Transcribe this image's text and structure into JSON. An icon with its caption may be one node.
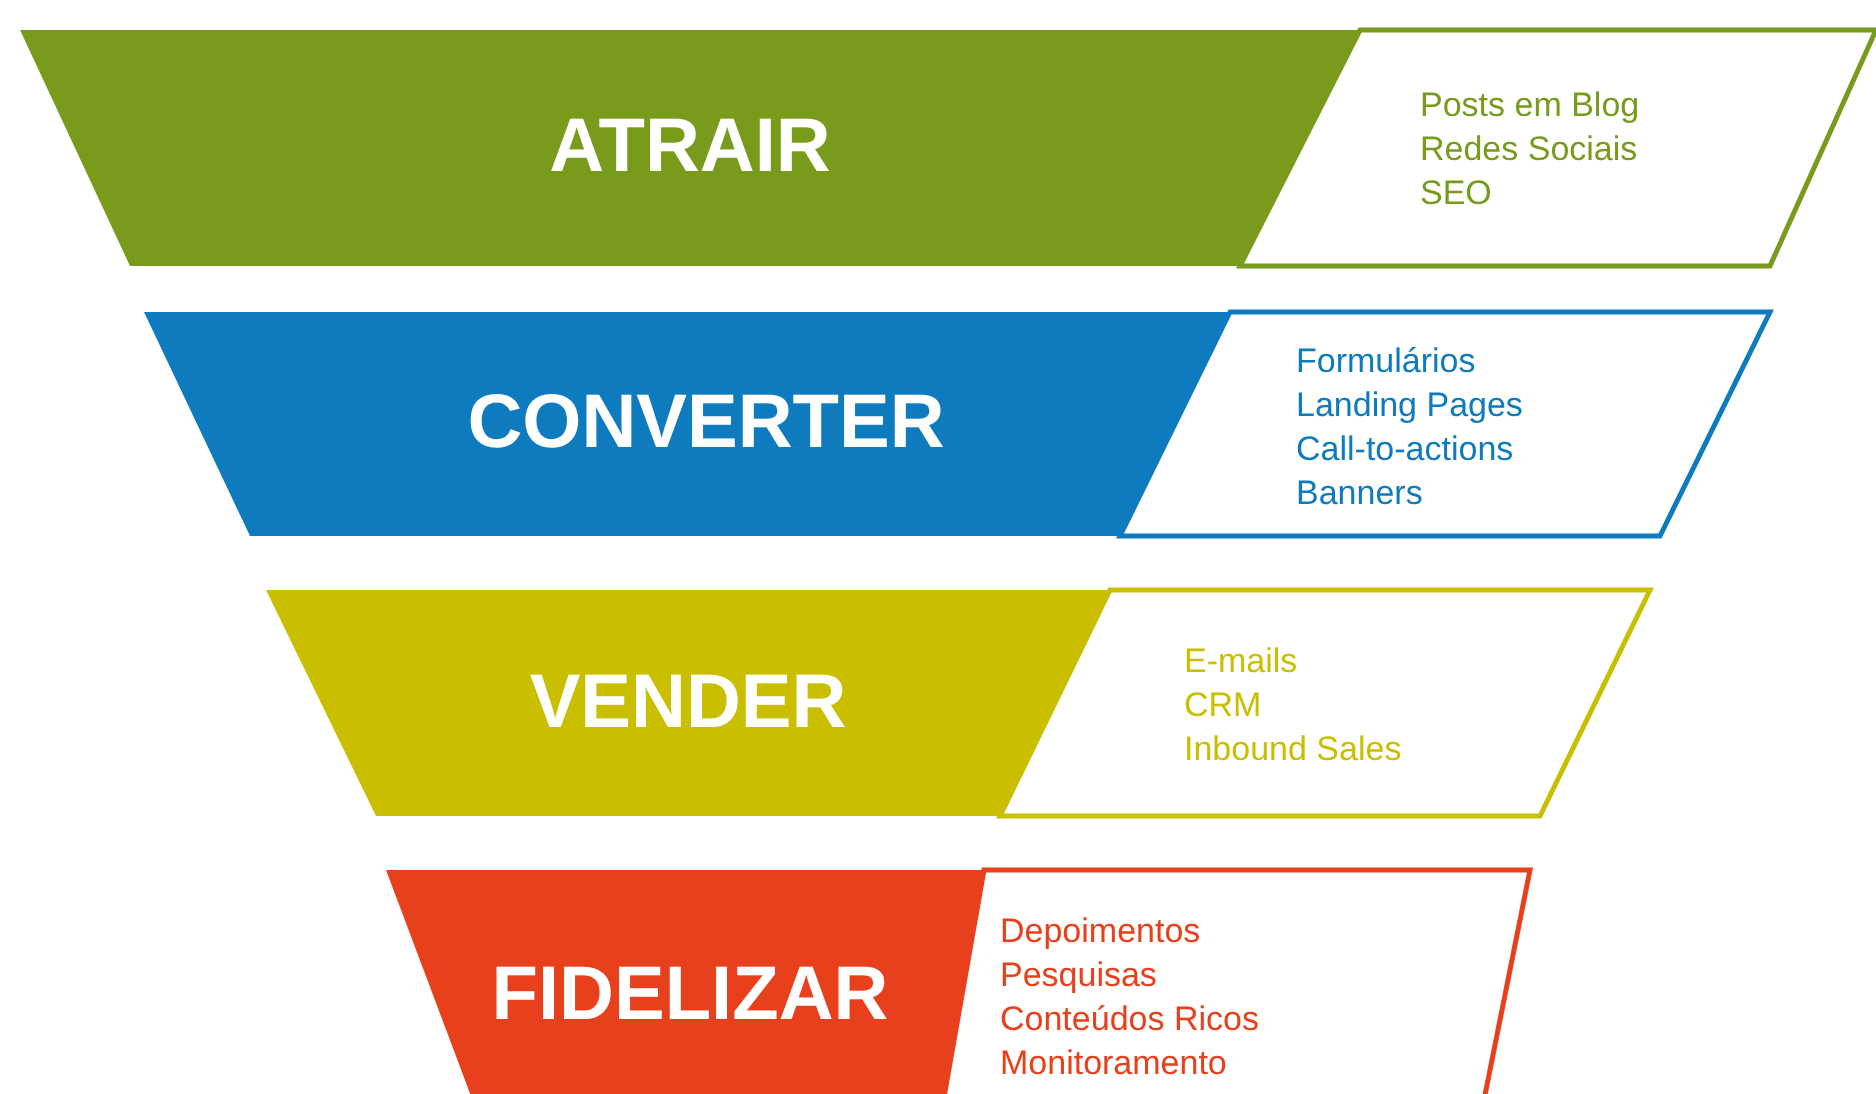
{
  "diagram": {
    "nodes": [
      {
        "text": [
          "ATRAIR"
        ]
      },
      {
        "text": [
          "Posts em Blog",
          "Redes Sociais",
          "SEO"
        ]
      },
      {
        "text": [
          "CONVERTER"
        ]
      },
      {
        "text": [
          "Formulários",
          "Landing Pages",
          "Call-to-actions",
          "Banners"
        ]
      },
      {
        "text": [
          "VENDER"
        ]
      },
      {
        "text": [
          "E-mails",
          "CRM",
          "Inbound Sales"
        ]
      },
      {
        "text": [
          "FIDELIZAR"
        ]
      },
      {
        "text": [
          "Depoimentos",
          "Pesquisas",
          "Conteúdos Ricos",
          "Monitoramento"
        ]
      }
    ]
  }
}
